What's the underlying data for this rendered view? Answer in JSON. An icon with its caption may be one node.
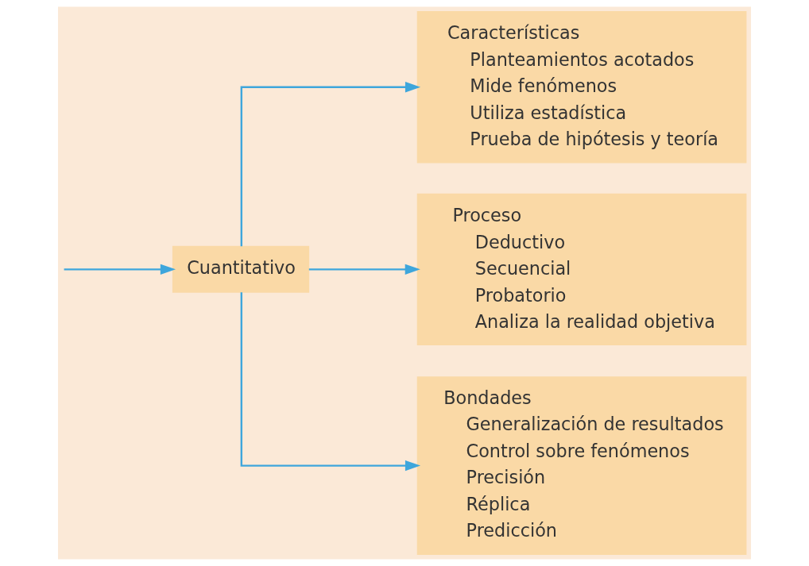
{
  "diagram": {
    "nodes": [
      {
        "text": [
          "Cuantitativo"
        ]
      },
      {
        "text": [
          "Características",
          "Planteamientos acotados",
          "Mide fenómenos",
          "Utiliza estadística",
          "Prueba de hipótesis y teoría"
        ]
      },
      {
        "text": [
          "Proceso",
          "Deductivo",
          "Secuencial",
          "Probatorio",
          "Analiza la realidad objetiva"
        ]
      },
      {
        "text": [
          "Bondades",
          "Generalización de resultados",
          "Control sobre fenómenos",
          "Precisión",
          "Réplica",
          "Predicción"
        ]
      }
    ],
    "edges": [
      {
        "from": null,
        "to": 0,
        "arrow": "to"
      },
      {
        "from": 0,
        "to": 1,
        "arrow": "to"
      },
      {
        "from": 0,
        "to": 2,
        "arrow": "to"
      },
      {
        "from": 0,
        "to": 3,
        "arrow": "to"
      }
    ]
  }
}
